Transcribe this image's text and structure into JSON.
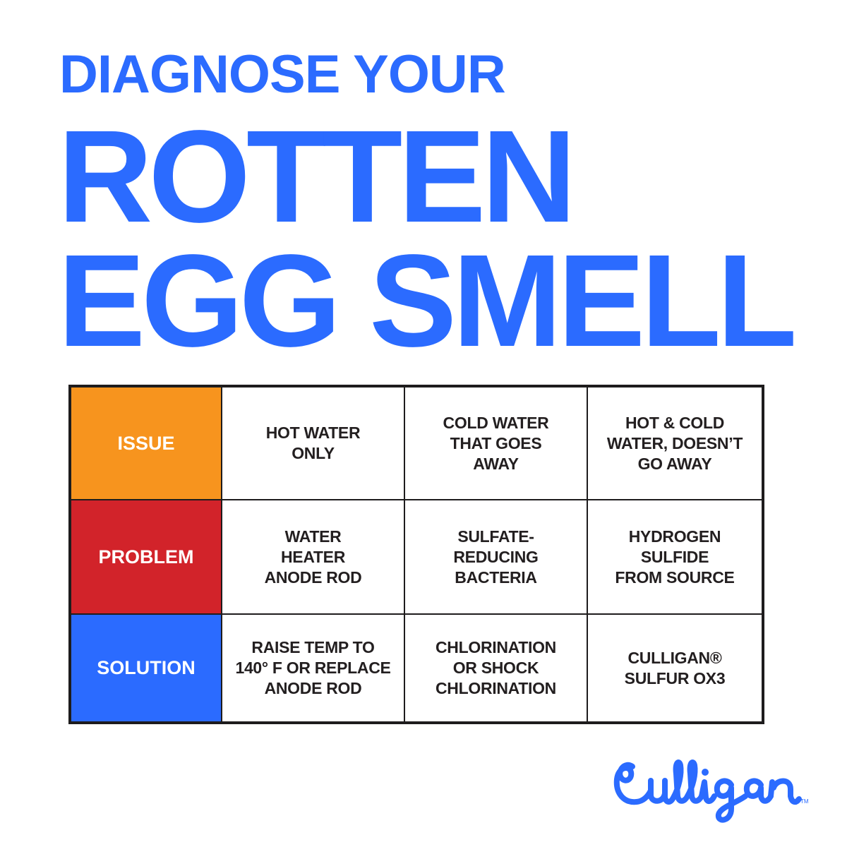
{
  "header": {
    "line1": "DIAGNOSE YOUR",
    "line2": "ROTTEN",
    "line3": "EGG SMELL"
  },
  "colors": {
    "brand_blue": "#2b6bff",
    "issue_orange": "#f7941e",
    "problem_red": "#d2232a",
    "solution_blue": "#2b6bff",
    "border": "#1e1c1d",
    "text": "#231f20"
  },
  "table": {
    "rows": [
      {
        "label": "ISSUE",
        "cells": [
          "HOT WATER\nONLY",
          "COLD WATER\nTHAT GOES\nAWAY",
          "HOT & COLD\nWATER, DOESN’T\nGO AWAY"
        ]
      },
      {
        "label": "PROBLEM",
        "cells": [
          "WATER\nHEATER\nANODE ROD",
          "SULFATE-\nREDUCING\nBACTERIA",
          "HYDROGEN\nSULFIDE\nFROM SOURCE"
        ]
      },
      {
        "label": "SOLUTION",
        "cells": [
          "RAISE TEMP TO\n140° F OR REPLACE\nANODE ROD",
          "CHLORINATION\nOR SHOCK\nCHLORINATION",
          "CULLIGAN®\nSULFUR OX3"
        ]
      }
    ]
  },
  "logo": {
    "text": "Culligan",
    "trademark": "TM"
  }
}
